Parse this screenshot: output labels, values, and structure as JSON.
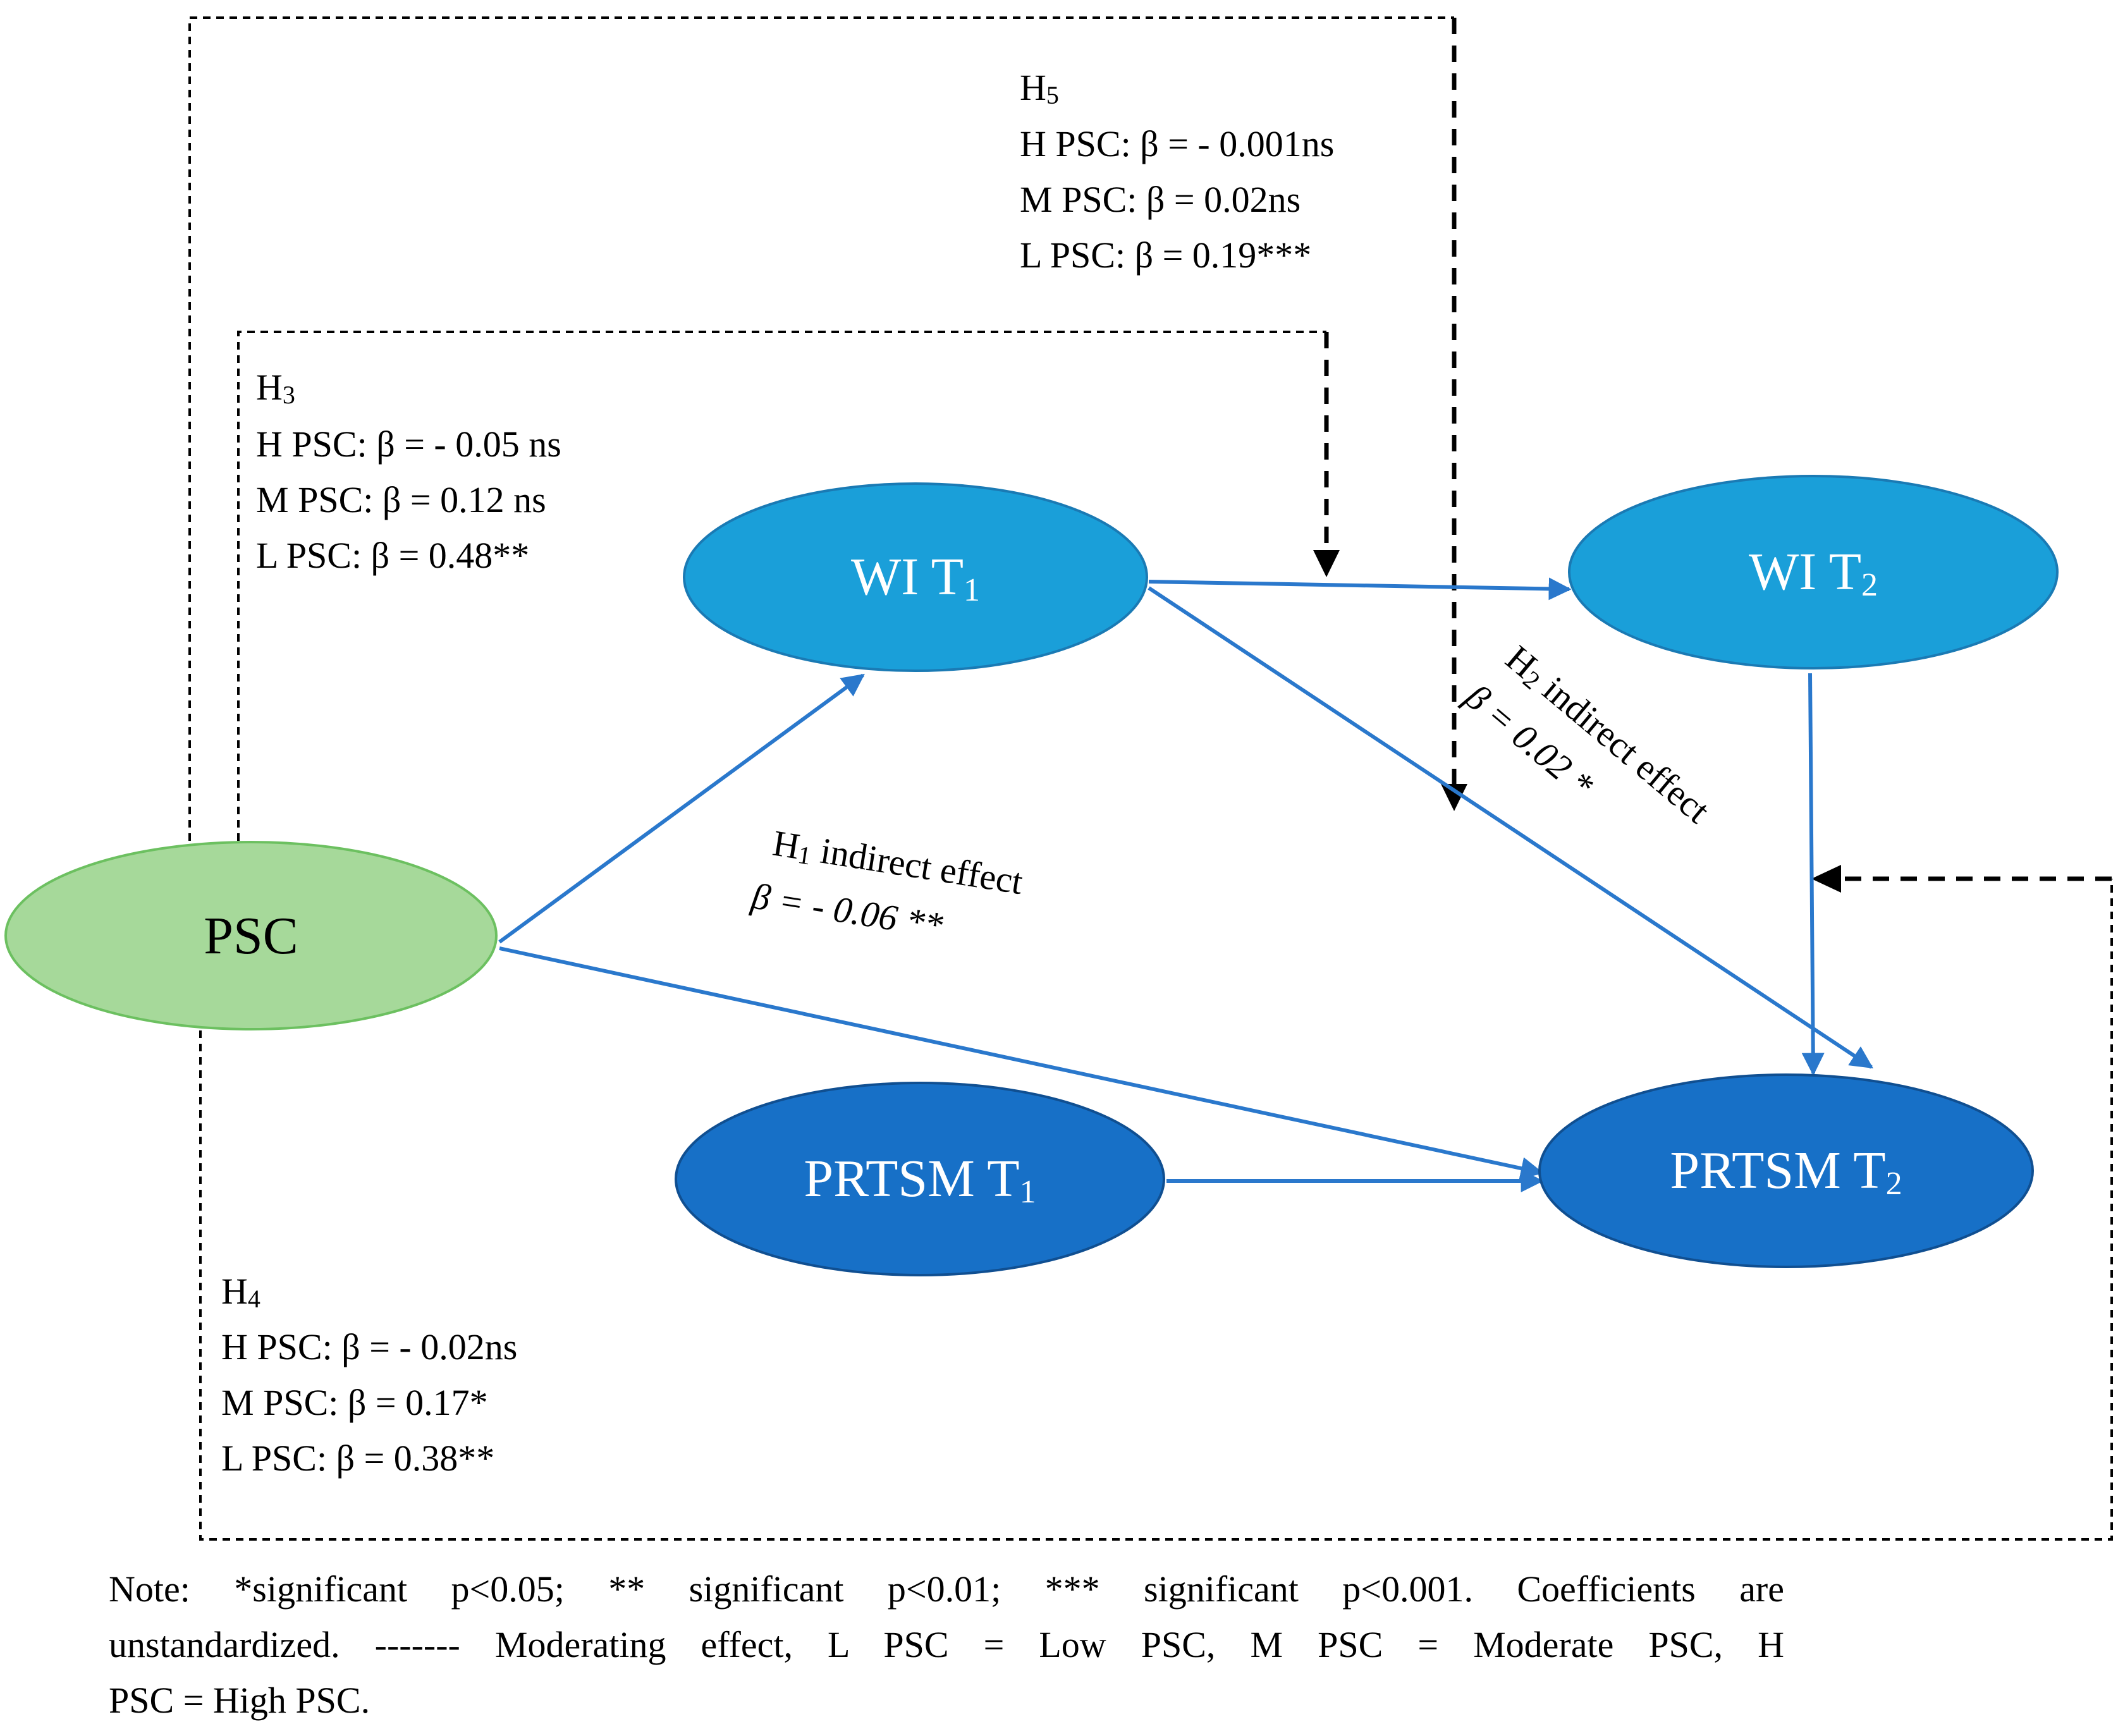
{
  "nodes": {
    "psc": {
      "label": "PSC",
      "color": "#a6d99a"
    },
    "wi_t1": {
      "label": "WI T",
      "sub": "1",
      "color": "#1a9fd9"
    },
    "wi_t2": {
      "label": "WI T",
      "sub": "2",
      "color": "#1a9fd9"
    },
    "prtsm_t1": {
      "label": "PRTSM T",
      "sub": "1",
      "color": "#1770c7"
    },
    "prtsm_t2": {
      "label": "PRTSM T",
      "sub": "2",
      "color": "#1770c7"
    }
  },
  "colors": {
    "path": "#2a78cc",
    "moderation": "#000000"
  },
  "h5": {
    "title": "H",
    "title_sub": "5",
    "lines": [
      "H PSC: β = - 0.001ns",
      "M PSC: β = 0.02ns",
      "L PSC: β = 0.19***"
    ]
  },
  "h3": {
    "title": "H",
    "title_sub": "3",
    "lines": [
      "H PSC: β = - 0.05 ns",
      "M PSC: β = 0.12 ns",
      "L PSC: β = 0.48**"
    ]
  },
  "h4": {
    "title": "H",
    "title_sub": "4",
    "lines": [
      "H PSC: β = - 0.02ns",
      "M PSC: β = 0.17*",
      "L PSC: β = 0.38**"
    ]
  },
  "h1": {
    "title": "H",
    "title_sub": "1",
    "title_rest": " indirect effect",
    "beta": "β = - 0.06 **"
  },
  "h2": {
    "title": "H",
    "title_sub": "2",
    "title_rest": " indirect effect",
    "beta": "β = 0.02 *"
  },
  "note": {
    "line1": "Note: *significant p<0.05; ** significant p<0.01; *** significant p<0.001. Coefficients are",
    "line2": "unstandardized. ------- Moderating effect, L PSC = Low PSC, M PSC = Moderate PSC, H",
    "line3": "PSC = High PSC."
  }
}
